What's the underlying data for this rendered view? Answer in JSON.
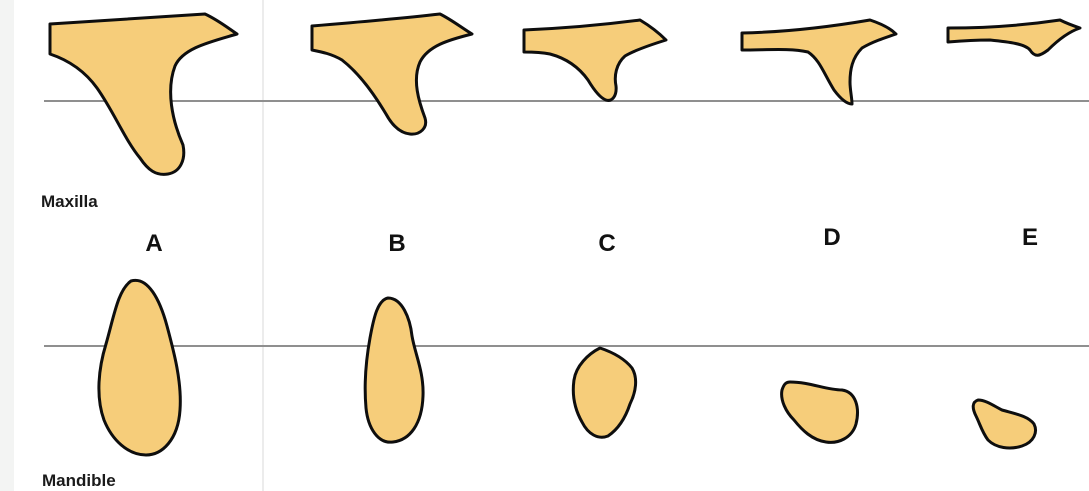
{
  "labels": {
    "maxilla": "Maxilla",
    "mandible": "Mandible"
  },
  "classes": [
    "A",
    "B",
    "C",
    "D",
    "E"
  ],
  "colors": {
    "ridge_fill": "#f6cd7a",
    "outline": "#0e0e0e",
    "reference_line": "#8f8f8f",
    "background": "#ffffff"
  }
}
